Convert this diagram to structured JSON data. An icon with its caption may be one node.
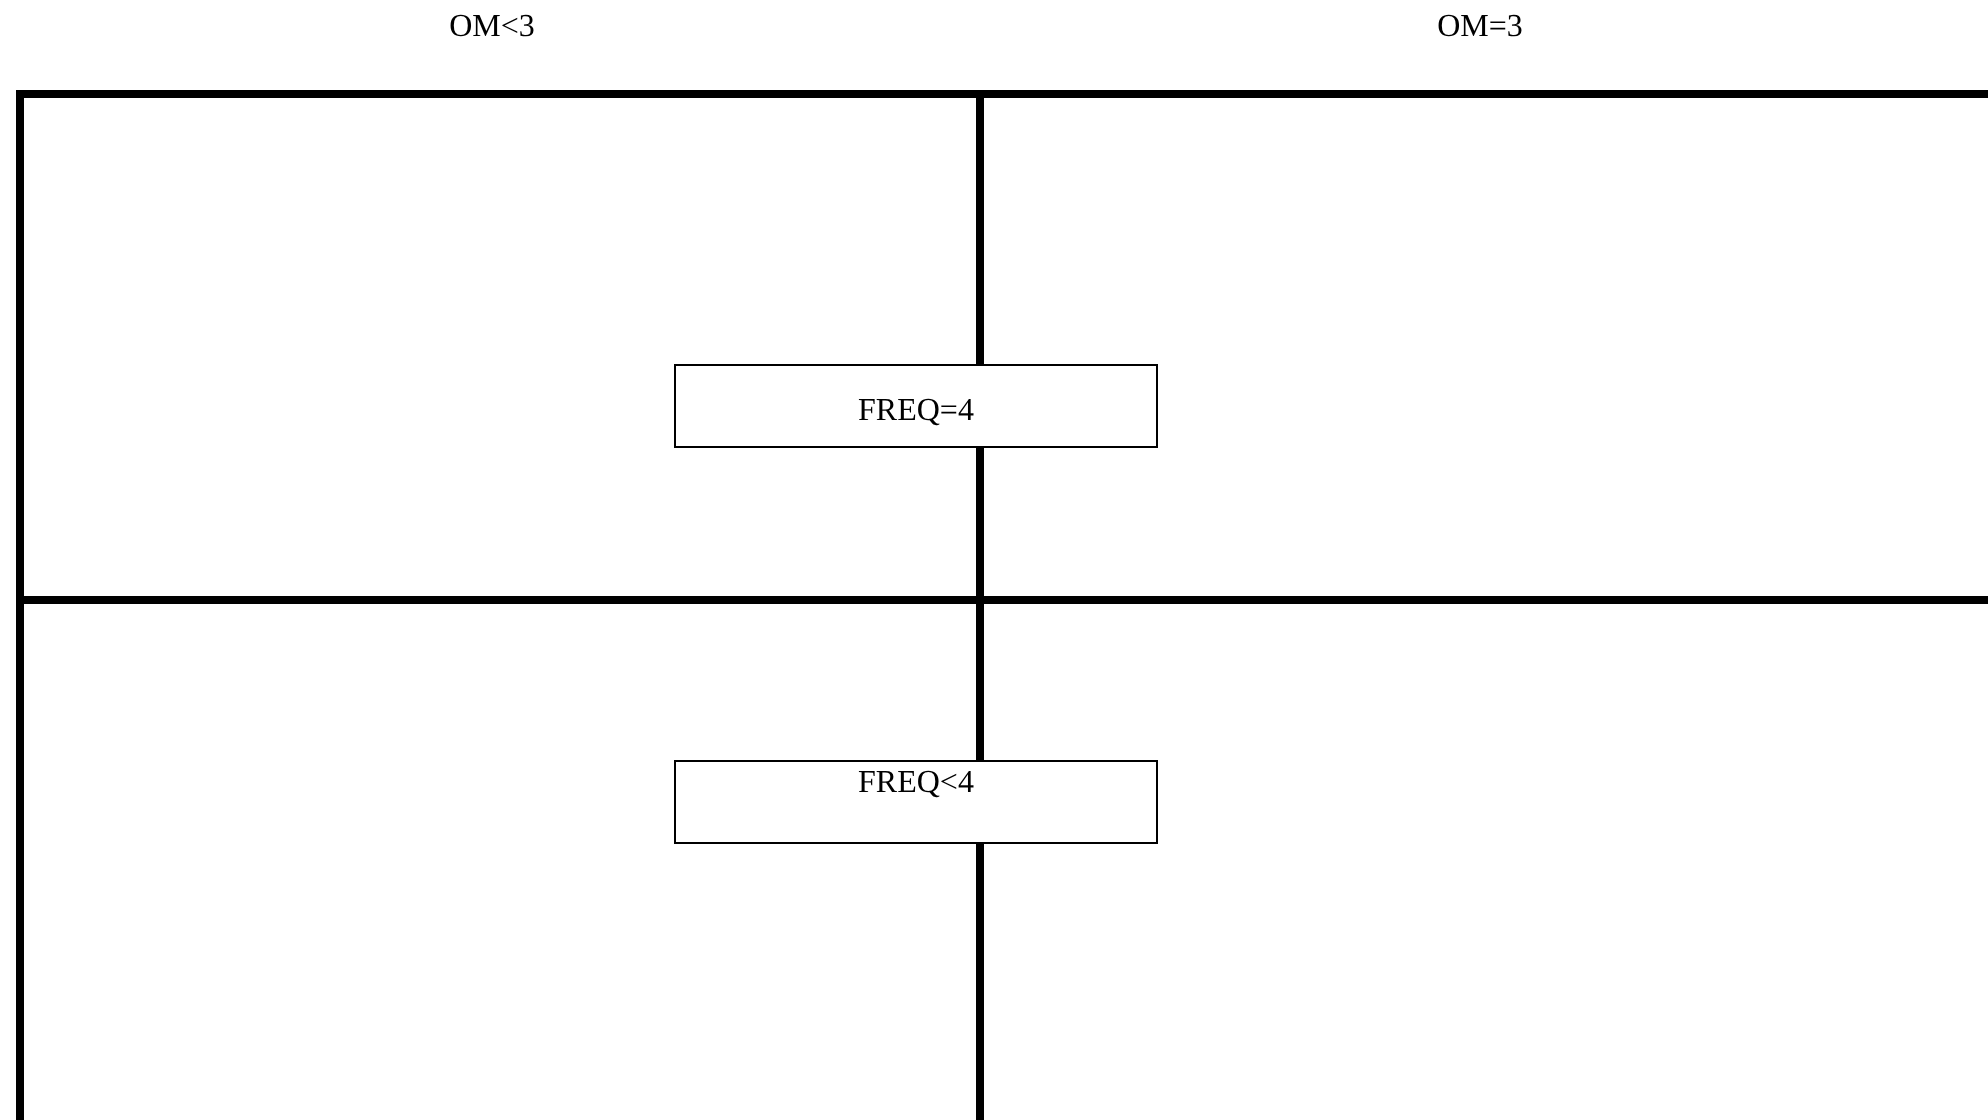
{
  "diagram": {
    "nodes": [
      {
        "text": [
          "FREQ=4"
        ]
      },
      {
        "text": [
          "FREQ<4"
        ]
      }
    ],
    "labels": [
      "OM<3",
      "OM=3"
    ]
  }
}
